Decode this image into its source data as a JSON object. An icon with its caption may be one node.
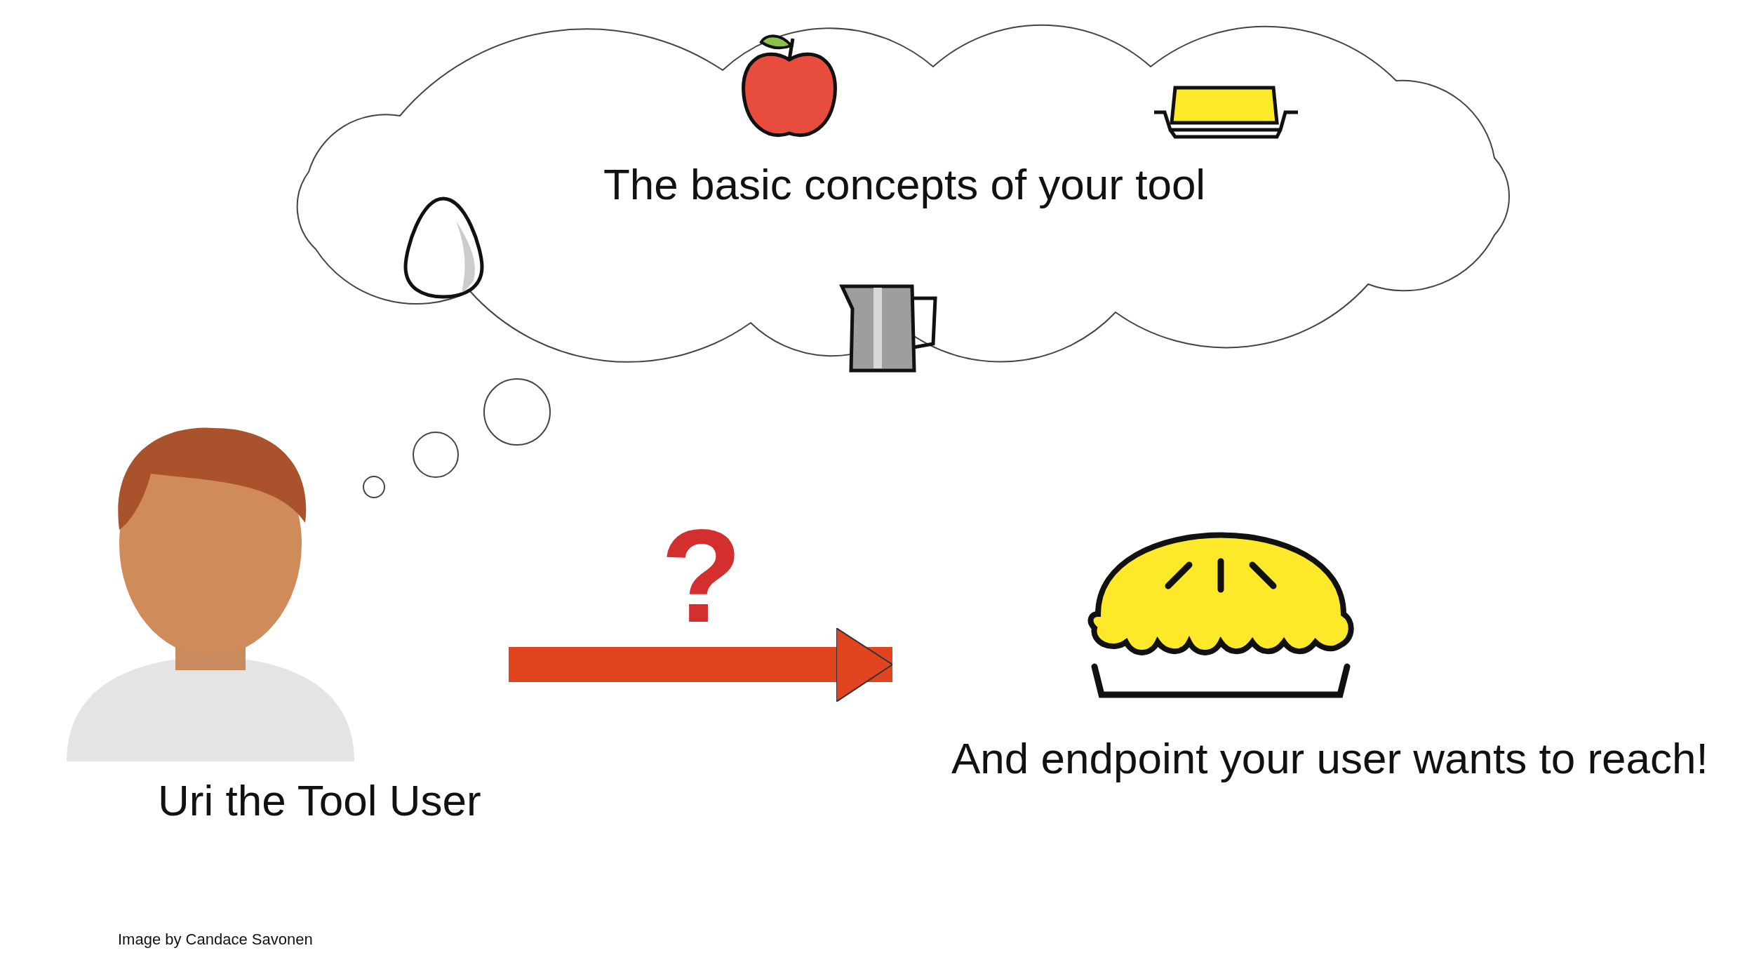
{
  "diagram": {
    "nodes": [
      {
        "text": [
          "The basic concepts of your tool"
        ]
      },
      {
        "text": [
          "Uri the Tool User"
        ]
      },
      {
        "text": [
          "And endpoint your user wants to reach!"
        ]
      }
    ],
    "edges": [
      {
        "from": 1,
        "to": 2,
        "arrow": "to",
        "label": "?"
      }
    ],
    "labels": [
      "Image by Candace Savonen"
    ]
  }
}
